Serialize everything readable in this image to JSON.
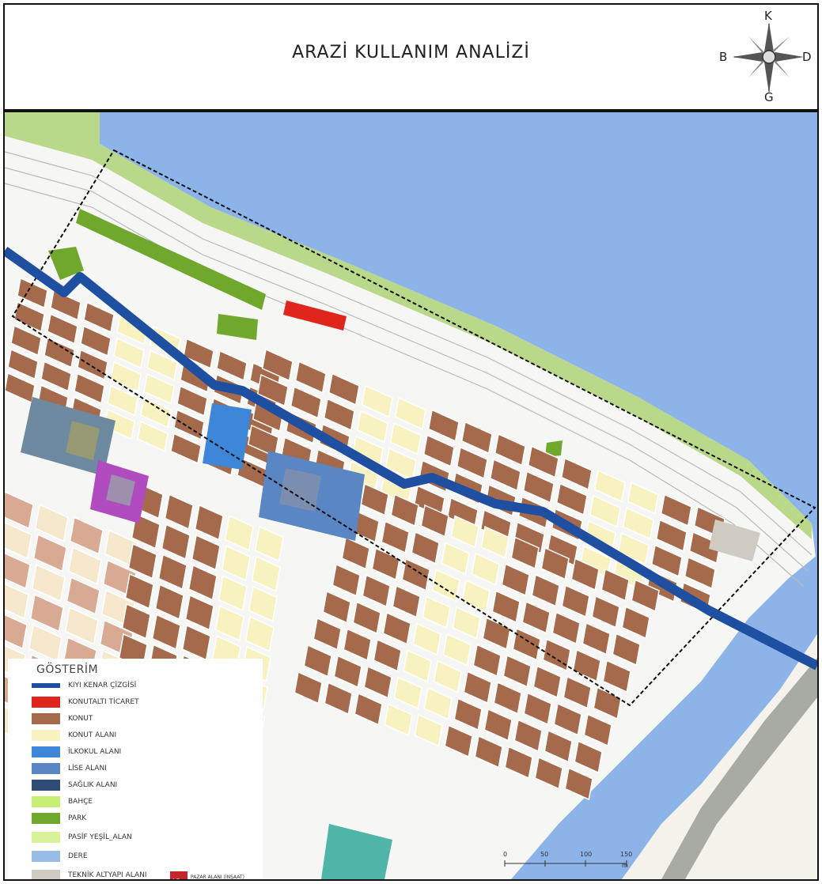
{
  "title": "ARAZİ KULLANIM ANALİZİ",
  "compass": {
    "north": "K",
    "south": "G",
    "west": "B",
    "east": "D"
  },
  "legend": {
    "title": "GÖSTERİM",
    "items": [
      {
        "label": "KIYI KENAR ÇİZGİSİ",
        "color": "#1f4fa0"
      },
      {
        "label": "KONUTALTI TİCARET",
        "color": "#e0261c"
      },
      {
        "label": "KONUT",
        "color": "#a56a4c"
      },
      {
        "label": "KONUT ALANI",
        "color": "#f7f2bf"
      },
      {
        "label": "İLKOKUL ALANI",
        "color": "#3d86d8"
      },
      {
        "label": "LİSE ALANI",
        "color": "#5a86c4"
      },
      {
        "label": "SAĞLIK ALANI",
        "color": "#2e4b76"
      },
      {
        "label": "BAHÇE",
        "color": "#c7ef73"
      },
      {
        "label": "PARK",
        "color": "#6fa82d"
      },
      {
        "label": "PASİF YEŞİL_ALAN",
        "color": "#d8f29a"
      },
      {
        "label": "DERE",
        "color": "#98bce6"
      },
      {
        "label": "TEKNİK ALTYAPI ALANI",
        "color": "#cfcbc2"
      }
    ],
    "pazar": {
      "label": "PAZAR ALANI (İNŞAAT)",
      "code": "L3",
      "color": "#c2262b"
    }
  },
  "scale": {
    "ticks": [
      "0",
      "50",
      "100",
      "150"
    ],
    "unit": "m"
  },
  "colors": {
    "water": "#8cb4e8",
    "land": "#f6f6f4",
    "road": "#ffffff",
    "building": "#a56a4c",
    "residential_area": "#f7f2bf",
    "offsite_building": "#d9aa93",
    "offsite_area": "#f6e8cc"
  }
}
